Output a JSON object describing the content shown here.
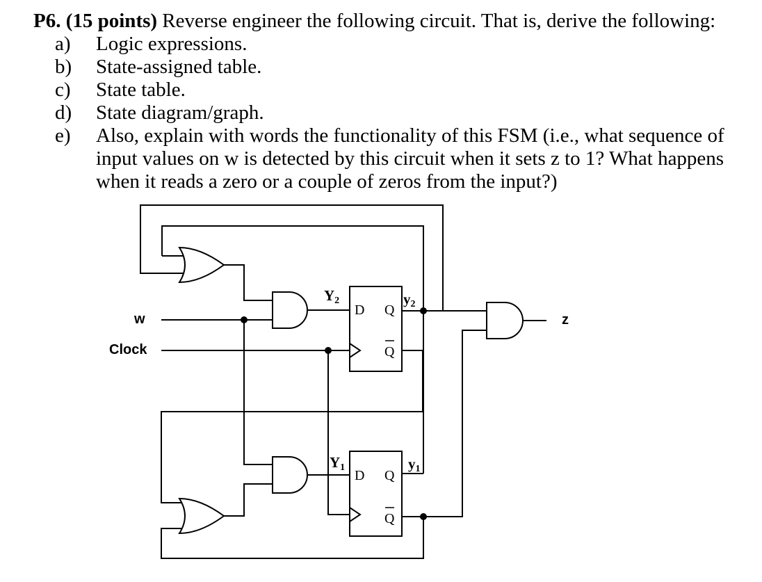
{
  "problem": {
    "number": "P6.",
    "points": "(15 points)",
    "intro": "Reverse engineer the following circuit. That is, derive the following:",
    "items": [
      {
        "letter": "a)",
        "line1": "Logic expressions.",
        "line2": "",
        "line3": ""
      },
      {
        "letter": "b)",
        "line1": "State-assigned table.",
        "line2": "",
        "line3": ""
      },
      {
        "letter": "c)",
        "line1": "State table.",
        "line2": "",
        "line3": ""
      },
      {
        "letter": "d)",
        "line1": "State diagram/graph.",
        "line2": "",
        "line3": ""
      },
      {
        "letter": "e)",
        "line1": "Also, explain with words the functionality of this FSM (i.e., what sequence of",
        "line2": "input values on w is detected by this circuit when it sets z to 1? What happens",
        "line3": "when it reads a zero or a couple of zeros from the input?)"
      }
    ]
  },
  "circuit": {
    "input_w": "w",
    "input_clock": "Clock",
    "output_z": "z",
    "Y2": {
      "main": "Y",
      "sub": "2"
    },
    "y2": {
      "main": "y",
      "sub": "2"
    },
    "Y1": {
      "main": "Y",
      "sub": "1"
    },
    "y1": {
      "main": "y",
      "sub": "1"
    },
    "ff_top": {
      "d": "D",
      "q": "Q",
      "qbar": "Q"
    },
    "ff_bottom": {
      "d": "D",
      "q": "Q",
      "qbar": "Q"
    }
  }
}
